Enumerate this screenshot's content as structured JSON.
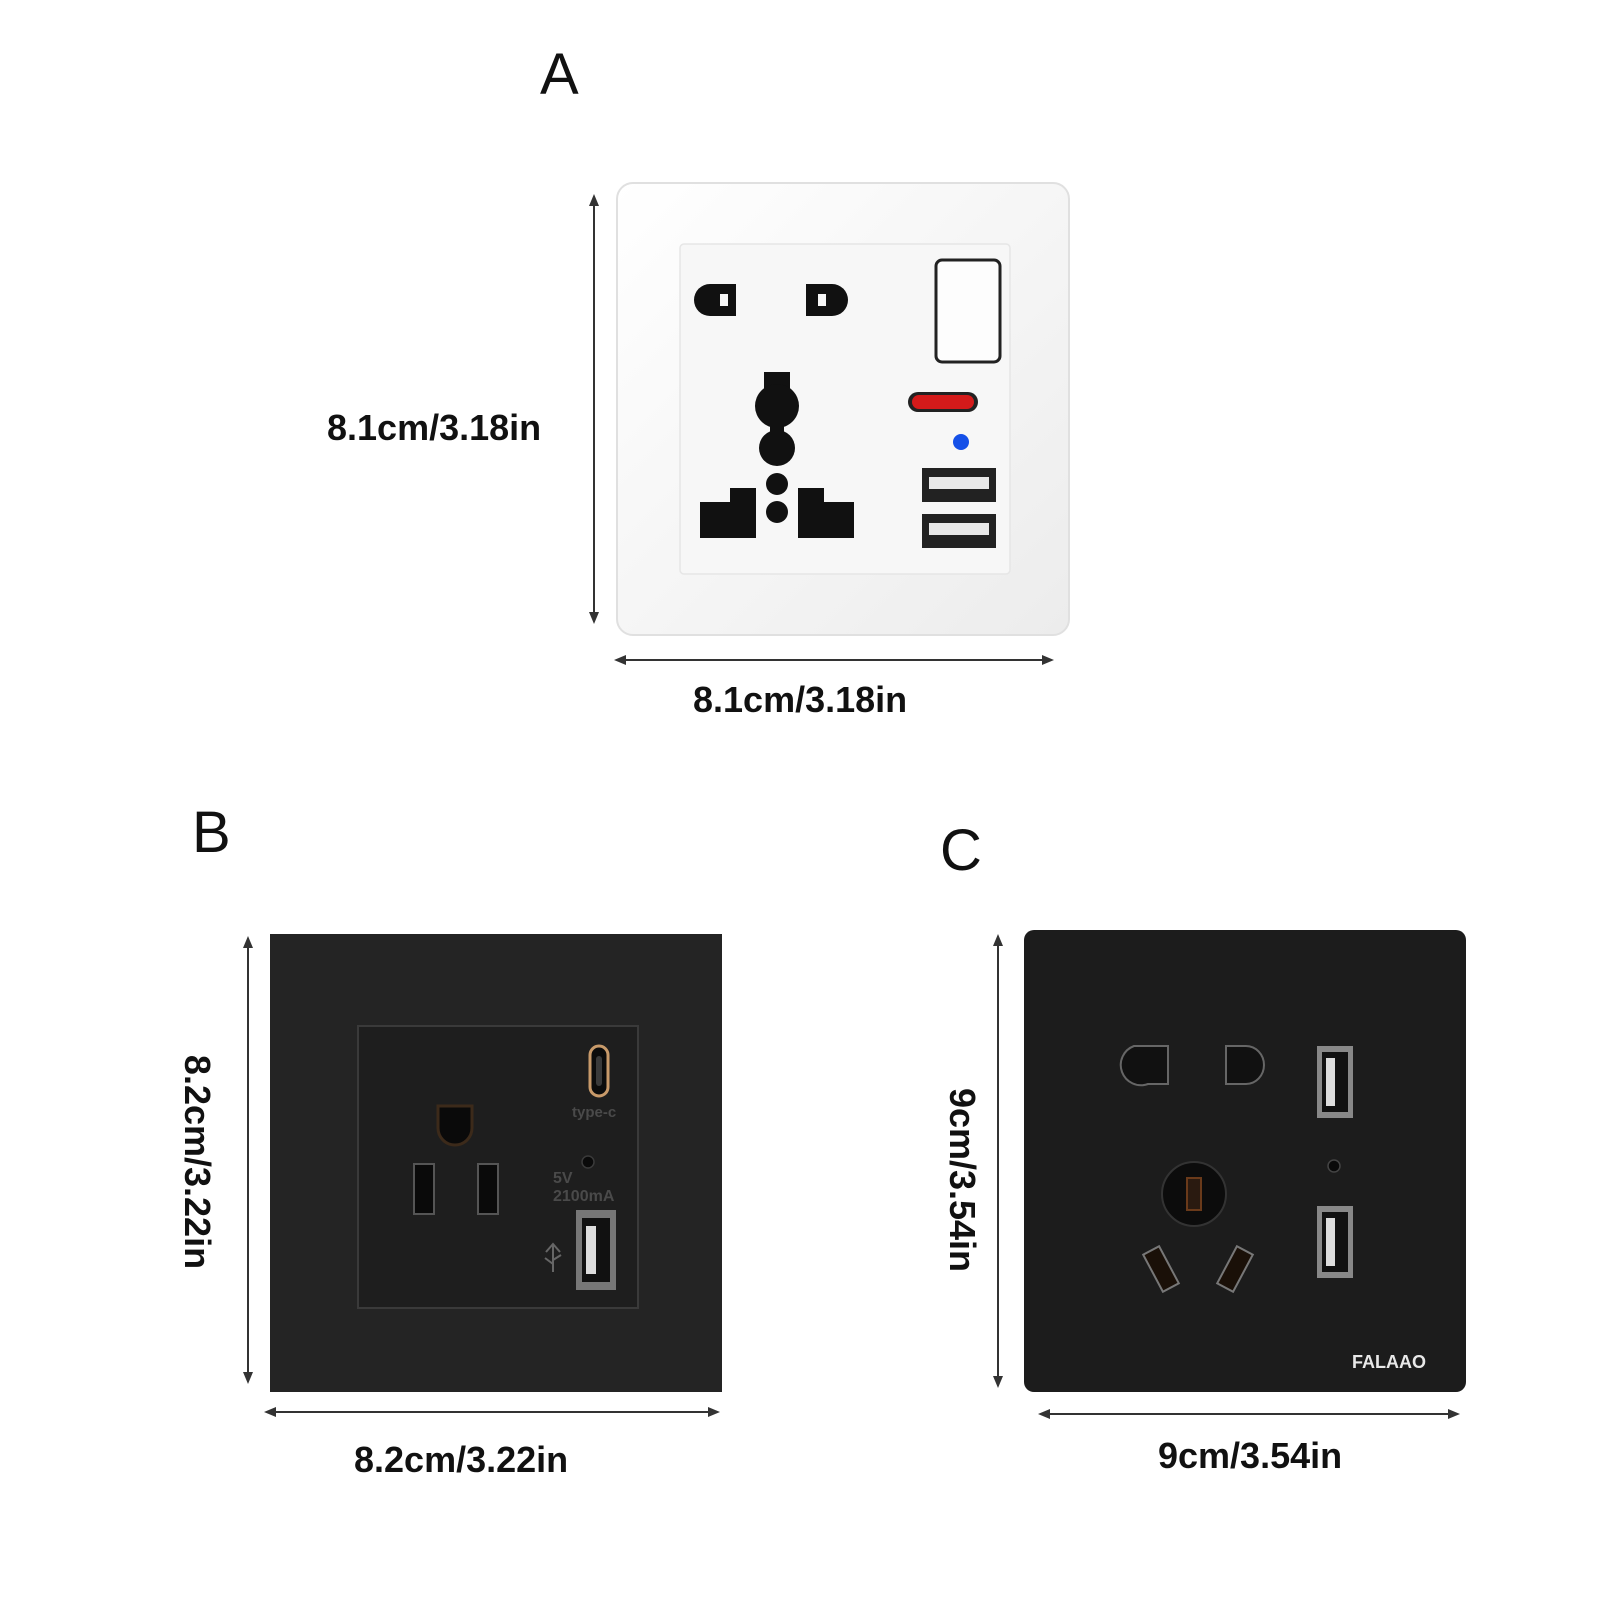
{
  "panels": {
    "a": {
      "label": "A",
      "height_label": "8.1cm/3.18in",
      "width_label": "8.1cm/3.18in",
      "plate_color": "#fafafa"
    },
    "b": {
      "label": "B",
      "height_label": "8.2cm/3.22in",
      "width_label": "8.2cm/3.22in",
      "port_label": "type-c",
      "rating_voltage": "5V",
      "rating_current": "2100mA",
      "plate_color": "#232323"
    },
    "c": {
      "label": "C",
      "height_label": "9cm/3.54in",
      "width_label": "9cm/3.54in",
      "brand": "FALAAO",
      "plate_color": "#1c1c1c"
    }
  }
}
